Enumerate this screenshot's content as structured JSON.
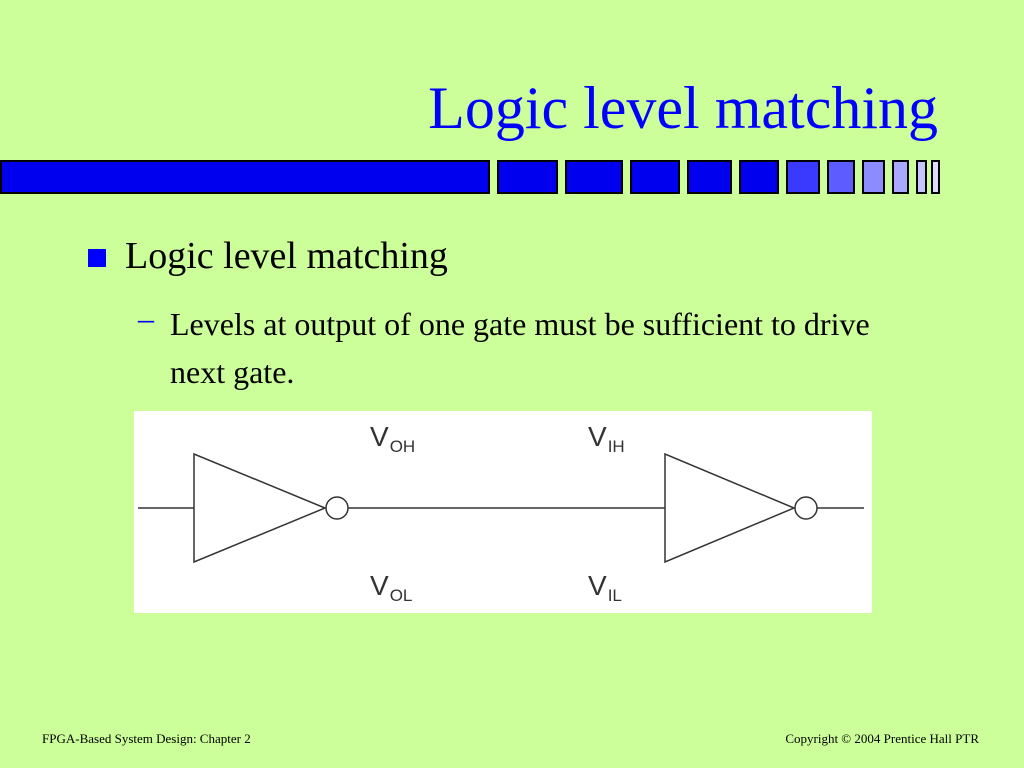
{
  "slide": {
    "title": "Logic level matching",
    "bullet": "Logic level matching",
    "sub_bullet_marker": "–",
    "sub_bullet": "Levels at output of one gate must be sufficient to drive next gate."
  },
  "diagram": {
    "voh": {
      "main": "V",
      "sub": "OH"
    },
    "vih": {
      "main": "V",
      "sub": "IH"
    },
    "vol": {
      "main": "V",
      "sub": "OL"
    },
    "vil": {
      "main": "V",
      "sub": "IL"
    }
  },
  "footer": {
    "left": "FPGA-Based System Design: Chapter 2",
    "right": "Copyright © 2004 Prentice Hall PTR"
  },
  "colors": {
    "background": "#ccff99",
    "title": "#0000ff",
    "bar_dark": "#0000ee",
    "bar_light": "#8c8cff"
  }
}
